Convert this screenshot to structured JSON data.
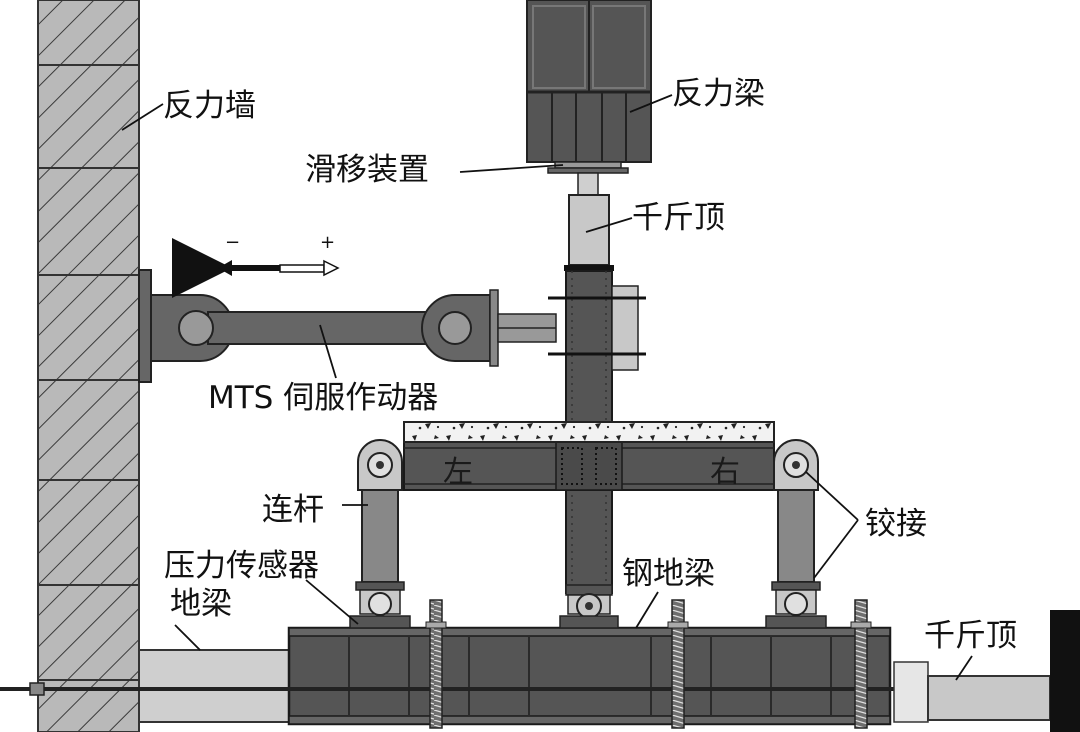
{
  "labels": {
    "reaction_wall": "反力墙",
    "reaction_beam": "反力梁",
    "sliding_device": "滑移装置",
    "jack_top": "千斤顶",
    "actuator": "MTS 伺服作动器",
    "link_rod": "连杆",
    "hinge": "铰接",
    "load_cell": "压力传感器",
    "ground_beam": "地梁",
    "steel_ground_beam": "钢地梁",
    "jack_right": "千斤顶",
    "beam_left": "左",
    "beam_right": "右"
  },
  "direction": {
    "minus": "−",
    "plus": "+"
  },
  "colors": {
    "dark_steel": "#555555",
    "mid_steel": "#8a8a8a",
    "light_steel": "#c8c8c8",
    "wall_fill": "#b4b4b4",
    "black": "#111111"
  }
}
